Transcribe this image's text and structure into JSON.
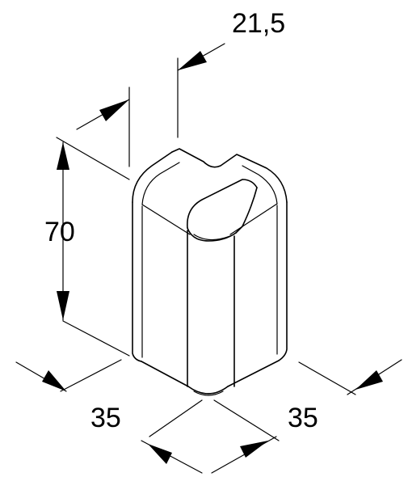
{
  "dimensions": {
    "depth": "21,5",
    "height": "70",
    "width_left": "35",
    "width_right": "35"
  }
}
